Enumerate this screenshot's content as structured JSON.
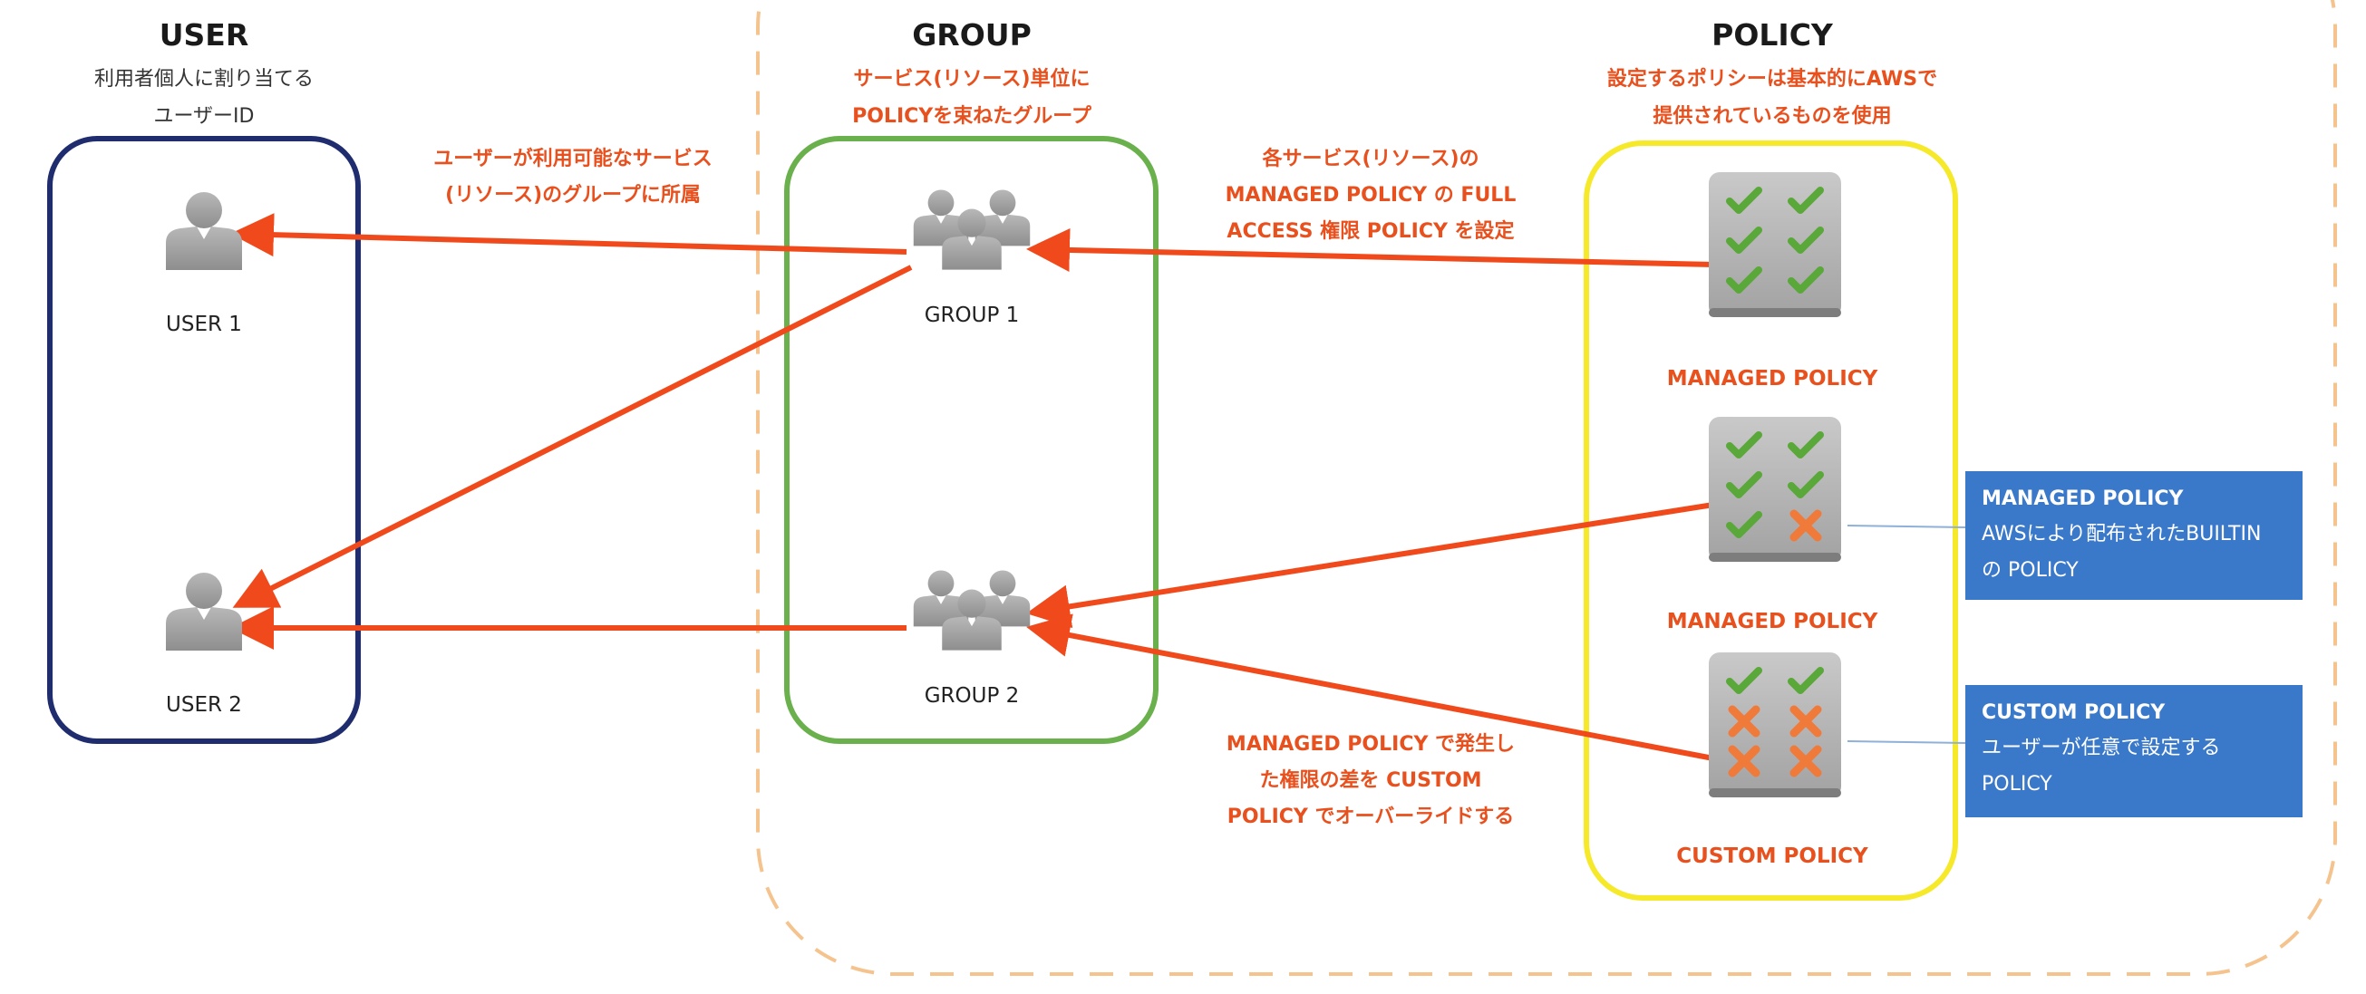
{
  "columns": {
    "user": {
      "title": "USER",
      "subtitle_lines": [
        "利用者個人に割り当てる",
        "ユーザーID"
      ]
    },
    "group": {
      "title": "GROUP",
      "subtitle_lines": [
        "サービス(リソース)単位に",
        "POLICYを束ねたグループ"
      ]
    },
    "policy": {
      "title": "POLICY",
      "subtitle_lines": [
        "設定するポリシーは基本的にAWSで",
        "提供されているものを使用"
      ]
    }
  },
  "nodes": {
    "user1": "USER 1",
    "user2": "USER 2",
    "group1": "GROUP 1",
    "group2": "GROUP 2",
    "policy_managed_full": "MANAGED POLICY",
    "policy_managed_partial": "MANAGED POLICY",
    "policy_custom": "CUSTOM POLICY"
  },
  "annotations": {
    "user_group_membership": [
      "ユーザーが利用可能なサービス",
      "(リソース)のグループに所属"
    ],
    "full_access_policy": [
      "各サービス(リソース)の",
      "MANAGED POLICY の FULL",
      "ACCESS 権限 POLICY を設定"
    ],
    "custom_override": [
      "MANAGED POLICY で発生し",
      "た権限の差を CUSTOM",
      "POLICY でオーバーライドする"
    ]
  },
  "legend": {
    "managed": {
      "title": "MANAGED POLICY",
      "lines": [
        "AWSにより配布されたBUILTIN",
        "の POLICY"
      ]
    },
    "custom": {
      "title": "CUSTOM POLICY",
      "lines": [
        "ユーザーが任意で設定する",
        "POLICY"
      ]
    }
  },
  "colors": {
    "arrow": "#f04a1c",
    "user_border": "#1f2d6e",
    "group_border": "#6ab04c",
    "policy_border": "#f5e92a",
    "outer_dashed": "#f5c38d",
    "legend_fill": "#3a78c9",
    "check": "#5aa83a",
    "cross": "#f07a3a",
    "icon_gray": "#9a9a9a"
  },
  "icons": {
    "user": "person-icon",
    "group": "people-group-icon",
    "policy": "policy-document-icon"
  }
}
